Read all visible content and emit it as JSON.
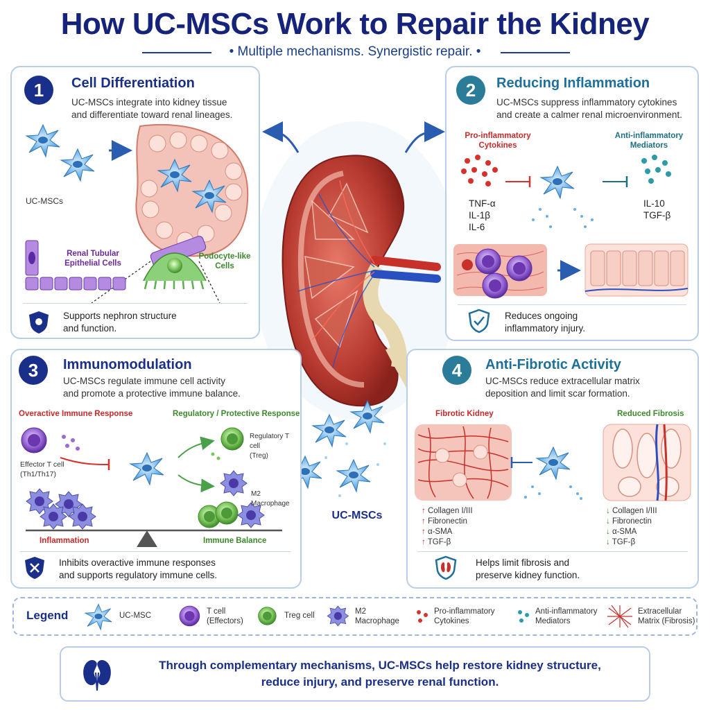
{
  "title": "How UC-MSCs Work to Repair the Kidney",
  "subtitle": "Multiple mechanisms. Synergistic repair.",
  "center_label": "UC-MSCs",
  "panels": {
    "p1": {
      "number": "1",
      "title": "Cell Differentiation",
      "desc1": "UC-MSCs integrate into kidney tissue",
      "desc2": "and differentiate toward renal lineages.",
      "label_mscs": "UC-MSCs",
      "label_tubular1": "Renal Tubular",
      "label_tubular2": "Epithelial Cells",
      "label_podo1": "Podocyte-like",
      "label_podo2": "Cells",
      "footer1": "Supports nephron structure",
      "footer2": "and function."
    },
    "p2": {
      "number": "2",
      "title": "Reducing Inflammation",
      "desc1": "UC-MSCs suppress inflammatory cytokines",
      "desc2": "and create a calmer renal microenvironment.",
      "pro1": "Pro-inflammatory",
      "pro2": "Cytokines",
      "anti1": "Anti-inflammatory",
      "anti2": "Mediators",
      "pro_list": [
        "TNF-α",
        "IL-1β",
        "IL-6"
      ],
      "anti_list": [
        "IL-10",
        "TGF-β"
      ],
      "footer1": "Reduces ongoing",
      "footer2": "inflammatory injury."
    },
    "p3": {
      "number": "3",
      "title": "Immunomodulation",
      "desc1": "UC-MSCs regulate immune cell activity",
      "desc2": "and promote a protective immune balance.",
      "overactive": "Overactive Immune Response",
      "regulatory": "Regulatory / Protective Response",
      "effector1": "Effector T cell",
      "effector2": "(Th1/Th17)",
      "treg1": "Regulatory T cell",
      "treg2": "(Treg)",
      "m2": "M2 Macrophage",
      "inflammation": "Inflammation",
      "balance": "Immune Balance",
      "footer1": "Inhibits overactive immune responses",
      "footer2": "and supports regulatory immune cells."
    },
    "p4": {
      "number": "4",
      "title": "Anti-Fibrotic Activity",
      "desc1": "UC-MSCs reduce extracellular matrix",
      "desc2": "deposition and limit scar formation.",
      "fibrotic": "Fibrotic Kidney",
      "reduced": "Reduced Fibrosis",
      "markers": [
        "Collagen I/III",
        "Fibronectin",
        "α-SMA",
        "TGF-β"
      ],
      "footer1": "Helps limit fibrosis and",
      "footer2": "preserve kidney function."
    }
  },
  "legend": {
    "title": "Legend",
    "items": [
      {
        "l1": "UC-MSC",
        "l2": ""
      },
      {
        "l1": "T cell",
        "l2": "(Effectors)"
      },
      {
        "l1": "Treg cell",
        "l2": ""
      },
      {
        "l1": "M2",
        "l2": "Macrophage"
      },
      {
        "l1": "Pro-inflammatory",
        "l2": "Cytokines"
      },
      {
        "l1": "Anti-inflammatory",
        "l2": "Mediators"
      },
      {
        "l1": "Extracellular",
        "l2": "Matrix (Fibrosis)"
      }
    ]
  },
  "conclusion": {
    "line1": "Through complementary mechanisms, UC-MSCs help restore kidney structure,",
    "line2": "reduce injury, and preserve renal function."
  },
  "colors": {
    "navy": "#15237a",
    "msc_blue": "#4a9bdc",
    "red": "#c72a2a",
    "green": "#3d8a2d",
    "purple": "#7b4bc0",
    "teal": "#2a9ba8"
  }
}
